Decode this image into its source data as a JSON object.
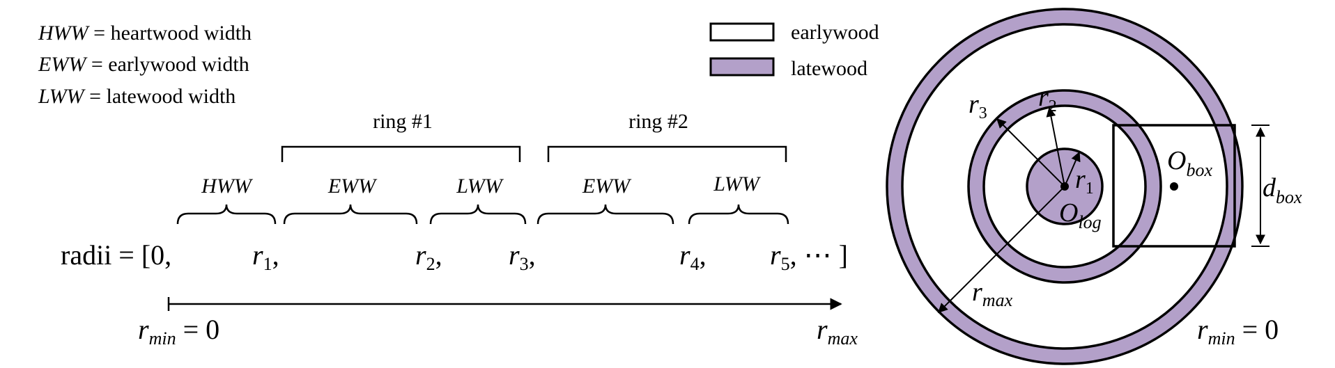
{
  "definitions": [
    {
      "abbr": "HWW",
      "text": " = heartwood width"
    },
    {
      "abbr": "EWW",
      "text": " = earlywood width"
    },
    {
      "abbr": "LWW",
      "text": " = latewood width"
    }
  ],
  "legend": [
    {
      "label": "earlywood",
      "fill": "#ffffff"
    },
    {
      "label": "latewood",
      "fill": "#b3a0c9"
    }
  ],
  "rings": [
    "ring #1",
    "ring #2"
  ],
  "widths": [
    "HWW",
    "EWW",
    "LWW",
    "EWW",
    "LWW"
  ],
  "radii": {
    "prefix": "radii = [0,",
    "items": [
      {
        "sym": "r",
        "sub": "1",
        "suffix": ","
      },
      {
        "sym": "r",
        "sub": "2",
        "suffix": ","
      },
      {
        "sym": "r",
        "sub": "3",
        "suffix": ","
      },
      {
        "sym": "r",
        "sub": "4",
        "suffix": ","
      },
      {
        "sym": "r",
        "sub": "5",
        "suffix": ", ⋯ ]"
      }
    ]
  },
  "axis": {
    "start": {
      "sym": "r",
      "sub": "min",
      "suffix": " = 0"
    },
    "end": {
      "sym": "r",
      "sub": "max"
    }
  },
  "log": {
    "center": {
      "sym": "O",
      "sub": "log"
    },
    "radius_labels": [
      {
        "sym": "r",
        "sub": "1"
      },
      {
        "sym": "r",
        "sub": "2"
      },
      {
        "sym": "r",
        "sub": "3"
      }
    ],
    "rmax": {
      "sym": "r",
      "sub": "max"
    },
    "rmin": {
      "sym": "r",
      "sub": "min",
      "suffix": " = 0"
    },
    "box_center": {
      "sym": "O",
      "sub": "box"
    },
    "box_size": {
      "sym": "d",
      "sub": "box"
    }
  },
  "colors": {
    "latewood": "#b3a0c9",
    "stroke": "#000000"
  }
}
